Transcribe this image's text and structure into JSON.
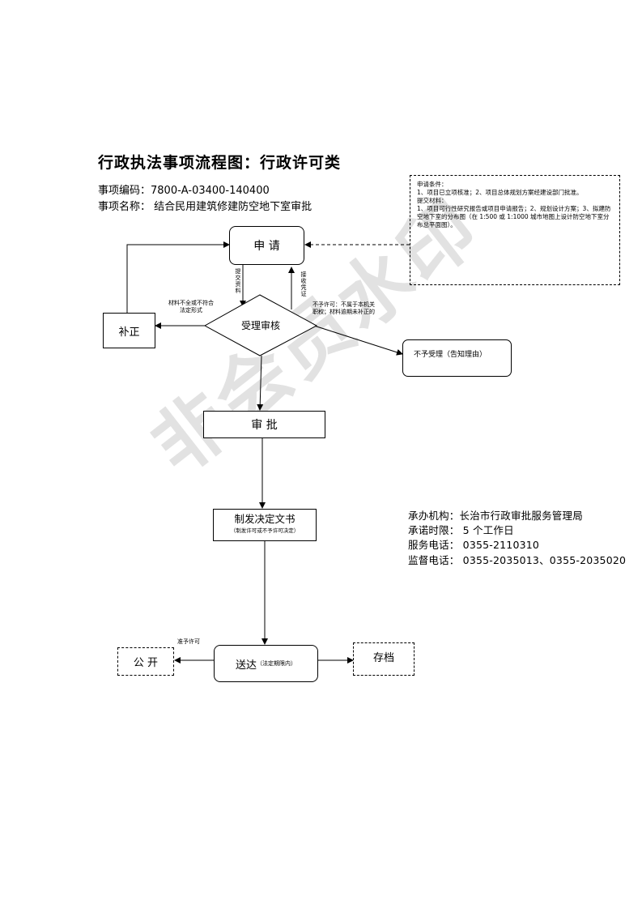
{
  "title": "行政执法事项流程图：行政许可类",
  "item_code": "事项编码：7800-A-03400-140400",
  "item_name": "事项名称：  结合民用建筑修建防空地下室审批",
  "conditions": {
    "line1": "申请条件：",
    "line2": "1、项目已立项核准；2、项目总体规划方案经建设部门批准。",
    "line3": "提交材料：",
    "line4": "1、项目可行性研究报告或项目申请报告；2、规划设计方案；3、拟建防空地下室的分布图（在 1:500 或 1:1000 城市地图上设计防空地下室分布总平面图）。"
  },
  "nodes": {
    "apply": "申 请",
    "review": "受理审核",
    "supplement": "补正",
    "reject": "不予受理（告知理由）",
    "approve": "审  批",
    "decision": "制发决定文书",
    "decision_note": "（制发许可或不予许可决定）",
    "deliver": "送达",
    "deliver_note": "（法定期限内）",
    "publish": "公 开",
    "archive": "存档"
  },
  "edge_labels": {
    "submit_materials": "提交资料",
    "receipt": "接收凭证",
    "incomplete_1": "材料不全或不符合",
    "incomplete_2": "法定形式",
    "not_accept_1": "不予许可：不属于本机关",
    "not_accept_2": "职权；材料逾期未补正的",
    "grant": "准予许可"
  },
  "info": {
    "agency": "承办机构：长治市行政审批服务管理局",
    "time_limit": "承诺时限：  5 个工作日",
    "service_phone": "服务电话：  0355-2110310",
    "supervise_phone": "监督电话：  0355-2035013、0355-2035020"
  },
  "watermark": "非会员水印"
}
